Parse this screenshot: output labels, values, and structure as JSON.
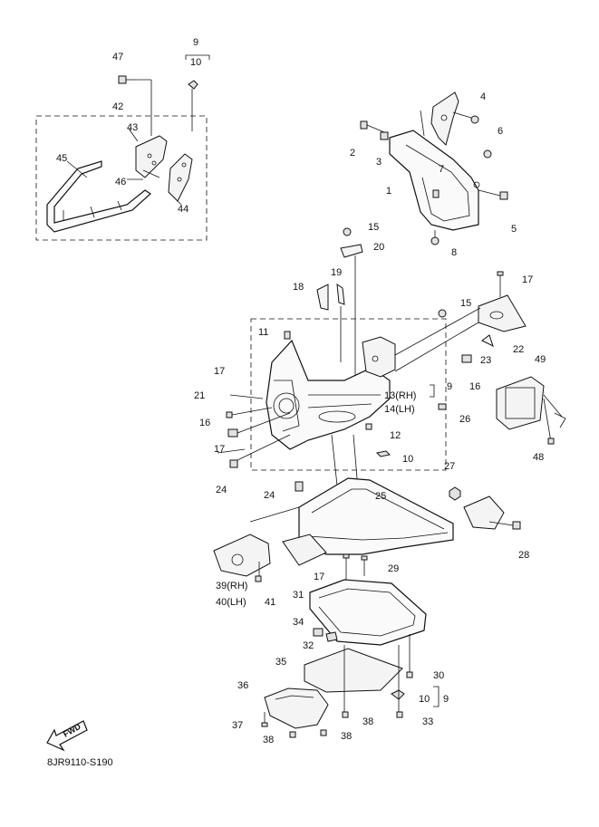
{
  "diagram": {
    "code": "8JR9110-S190",
    "fwd_label": "FWD",
    "callouts": [
      {
        "id": "c47",
        "text": "47"
      },
      {
        "id": "c9a",
        "text": "9"
      },
      {
        "id": "c10a",
        "text": "10"
      },
      {
        "id": "c42",
        "text": "42"
      },
      {
        "id": "c43",
        "text": "43"
      },
      {
        "id": "c45",
        "text": "45"
      },
      {
        "id": "c46",
        "text": "46"
      },
      {
        "id": "c44",
        "text": "44"
      },
      {
        "id": "c4",
        "text": "4"
      },
      {
        "id": "c2",
        "text": "2"
      },
      {
        "id": "c3",
        "text": "3"
      },
      {
        "id": "c6",
        "text": "6"
      },
      {
        "id": "c7",
        "text": "7"
      },
      {
        "id": "c1",
        "text": "1"
      },
      {
        "id": "c5",
        "text": "5"
      },
      {
        "id": "c8",
        "text": "8"
      },
      {
        "id": "c15a",
        "text": "15"
      },
      {
        "id": "c20",
        "text": "20"
      },
      {
        "id": "c19",
        "text": "19"
      },
      {
        "id": "c18",
        "text": "18"
      },
      {
        "id": "c17a",
        "text": "17"
      },
      {
        "id": "c15b",
        "text": "15"
      },
      {
        "id": "c11",
        "text": "11"
      },
      {
        "id": "c22",
        "text": "22"
      },
      {
        "id": "c23",
        "text": "23"
      },
      {
        "id": "c16a",
        "text": "16"
      },
      {
        "id": "c9b",
        "text": "9"
      },
      {
        "id": "c49",
        "text": "49"
      },
      {
        "id": "c17b",
        "text": "17"
      },
      {
        "id": "c13",
        "text": "13(RH)"
      },
      {
        "id": "c14",
        "text": "14(LH)"
      },
      {
        "id": "c21",
        "text": "21"
      },
      {
        "id": "c26",
        "text": "26"
      },
      {
        "id": "c16b",
        "text": "16"
      },
      {
        "id": "c12",
        "text": "12"
      },
      {
        "id": "c17c",
        "text": "17"
      },
      {
        "id": "c10b",
        "text": "10"
      },
      {
        "id": "c48",
        "text": "48"
      },
      {
        "id": "c24a",
        "text": "24"
      },
      {
        "id": "c27",
        "text": "27"
      },
      {
        "id": "c24b",
        "text": "24"
      },
      {
        "id": "c25",
        "text": "25"
      },
      {
        "id": "c28",
        "text": "28"
      },
      {
        "id": "c17d",
        "text": "17"
      },
      {
        "id": "c29",
        "text": "29"
      },
      {
        "id": "c39",
        "text": "39(RH)"
      },
      {
        "id": "c40",
        "text": "40(LH)"
      },
      {
        "id": "c41",
        "text": "41"
      },
      {
        "id": "c31",
        "text": "31"
      },
      {
        "id": "c34",
        "text": "34"
      },
      {
        "id": "c32",
        "text": "32"
      },
      {
        "id": "c35",
        "text": "35"
      },
      {
        "id": "c30",
        "text": "30"
      },
      {
        "id": "c36",
        "text": "36"
      },
      {
        "id": "c10c",
        "text": "10"
      },
      {
        "id": "c9c",
        "text": "9"
      },
      {
        "id": "c37",
        "text": "37"
      },
      {
        "id": "c38a",
        "text": "38"
      },
      {
        "id": "c33",
        "text": "33"
      },
      {
        "id": "c38b",
        "text": "38"
      },
      {
        "id": "c38c",
        "text": "38"
      }
    ]
  }
}
